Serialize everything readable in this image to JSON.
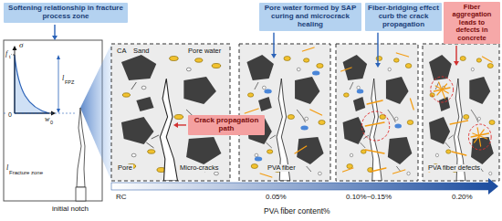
{
  "diagram": {
    "nodes": [
      {
        "text": [
          "Softening relationship in fracture process zone"
        ]
      },
      {
        "text": [
          "Pore water formed by SAP curing and microcrack healing"
        ]
      },
      {
        "text": [
          "Fiber-bridging effect curb the crack propagation"
        ]
      },
      {
        "text": [
          "Fiber aggregation leads to defects in concrete"
        ]
      },
      {
        "text": [
          "Crack propagation path"
        ]
      }
    ],
    "labels": [
      "σ",
      "f",
      "t",
      "l",
      "FPZ",
      "0",
      "w",
      "0",
      "l",
      "Fracture zone",
      "initial notch",
      "CA",
      "Sand",
      "Pore water",
      "Pore",
      "Micro-cracks",
      "PVA fiber",
      "PVA fiber defects",
      "RC",
      "0.05%",
      "0.10%~0.15%",
      "0.20%",
      "PVA fiber content%"
    ]
  }
}
